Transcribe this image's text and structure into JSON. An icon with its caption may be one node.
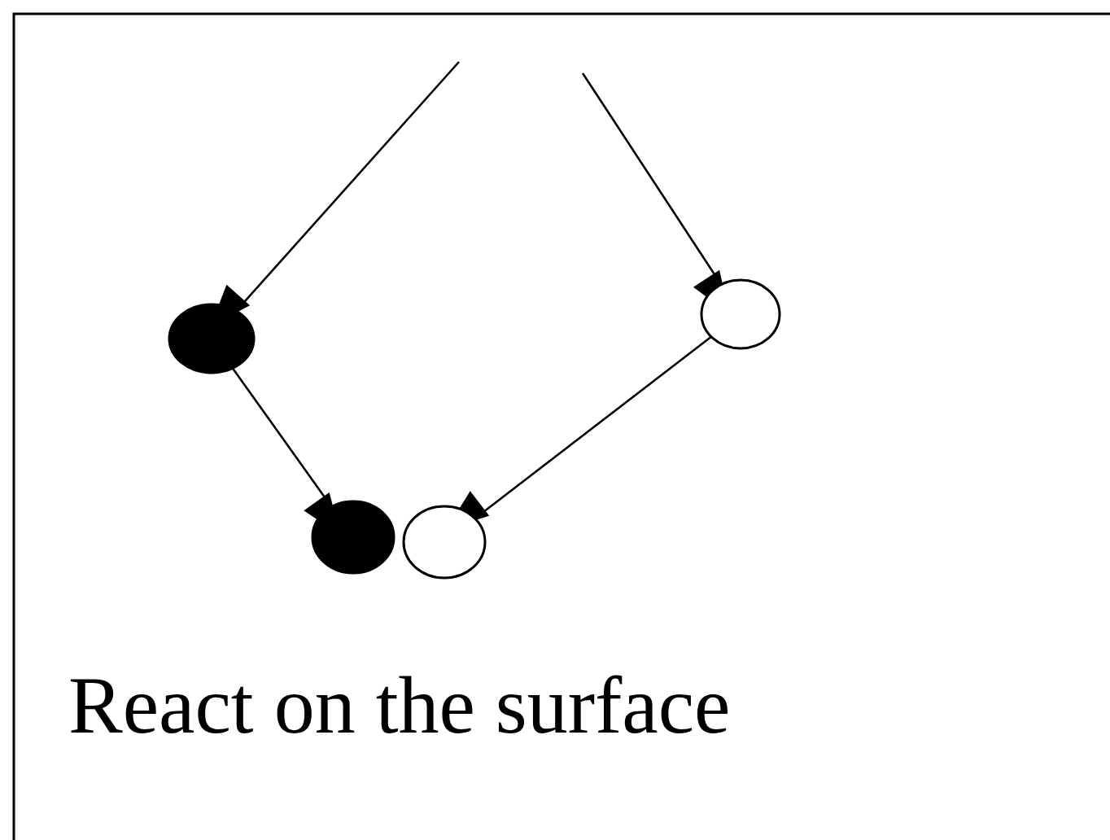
{
  "diagram": {
    "nodes": [
      {
        "text": [],
        "shape": "circle"
      },
      {
        "text": [],
        "shape": "circle"
      },
      {
        "text": [],
        "shape": "circle"
      },
      {
        "text": [],
        "shape": "circle"
      }
    ],
    "edges": [
      {
        "from": null,
        "to": 0,
        "arrow": "to"
      },
      {
        "from": null,
        "to": 1,
        "arrow": "to"
      },
      {
        "from": 0,
        "to": 2,
        "arrow": "to"
      },
      {
        "from": 1,
        "to": 3,
        "arrow": "to"
      }
    ],
    "labels": [
      "React on the surface"
    ]
  }
}
